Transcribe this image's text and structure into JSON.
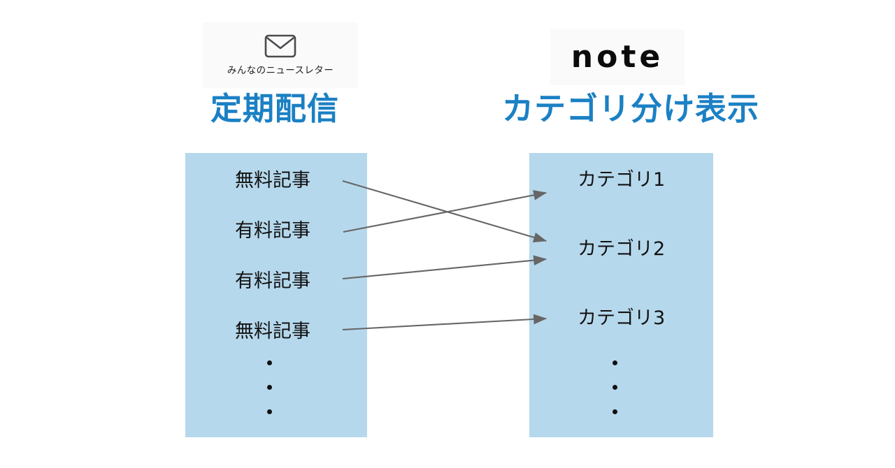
{
  "page": {
    "background": "#ffffff",
    "accent_blue": "#1b80c4",
    "panel_blue": "#b6d8ec",
    "arrow_color": "#666666",
    "text_color": "#111111"
  },
  "left_section": {
    "logo": {
      "icon": "envelope-icon",
      "caption": "みんなのニュースレター"
    },
    "heading": "定期配信",
    "items": [
      {
        "label": "無料記事"
      },
      {
        "label": "有料記事"
      },
      {
        "label": "有料記事"
      },
      {
        "label": "無料記事"
      }
    ],
    "ellipsis": "・・・"
  },
  "right_section": {
    "logo": {
      "wordmark": "note"
    },
    "heading": "カテゴリ分け表示",
    "items": [
      {
        "label": "カテゴリ1"
      },
      {
        "label": "カテゴリ2"
      },
      {
        "label": "カテゴリ3"
      }
    ],
    "ellipsis": "・・・"
  },
  "connections": [
    {
      "from": "無料記事",
      "from_index": 0,
      "to": "カテゴリ2",
      "to_index": 1
    },
    {
      "from": "有料記事",
      "from_index": 1,
      "to": "カテゴリ1",
      "to_index": 0
    },
    {
      "from": "有料記事",
      "from_index": 2,
      "to": "カテゴリ2",
      "to_index": 1
    },
    {
      "from": "無料記事",
      "from_index": 3,
      "to": "カテゴリ3",
      "to_index": 2
    }
  ]
}
